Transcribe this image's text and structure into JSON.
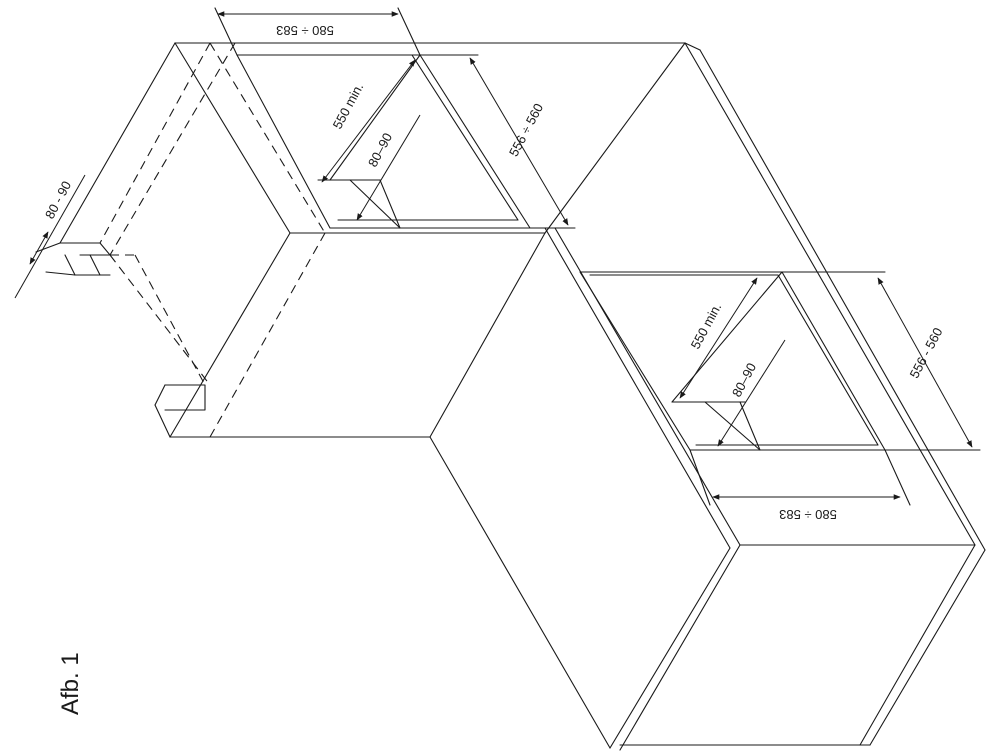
{
  "figure_label": "Afb. 1",
  "upper_cabinet": {
    "width_dim": "580 ÷ 583",
    "depth_dim": "550 min.",
    "side_gap_dim": "80–90",
    "height_dim": "556 ÷ 560",
    "back_dim": "80 - 90"
  },
  "lower_cabinet": {
    "width_dim": "580 ÷ 583",
    "depth_dim": "550 min.",
    "side_gap_dim": "80–90",
    "height_dim": "556 - 560"
  },
  "colors": {
    "line": "#1a1a1a",
    "background": "#ffffff"
  }
}
